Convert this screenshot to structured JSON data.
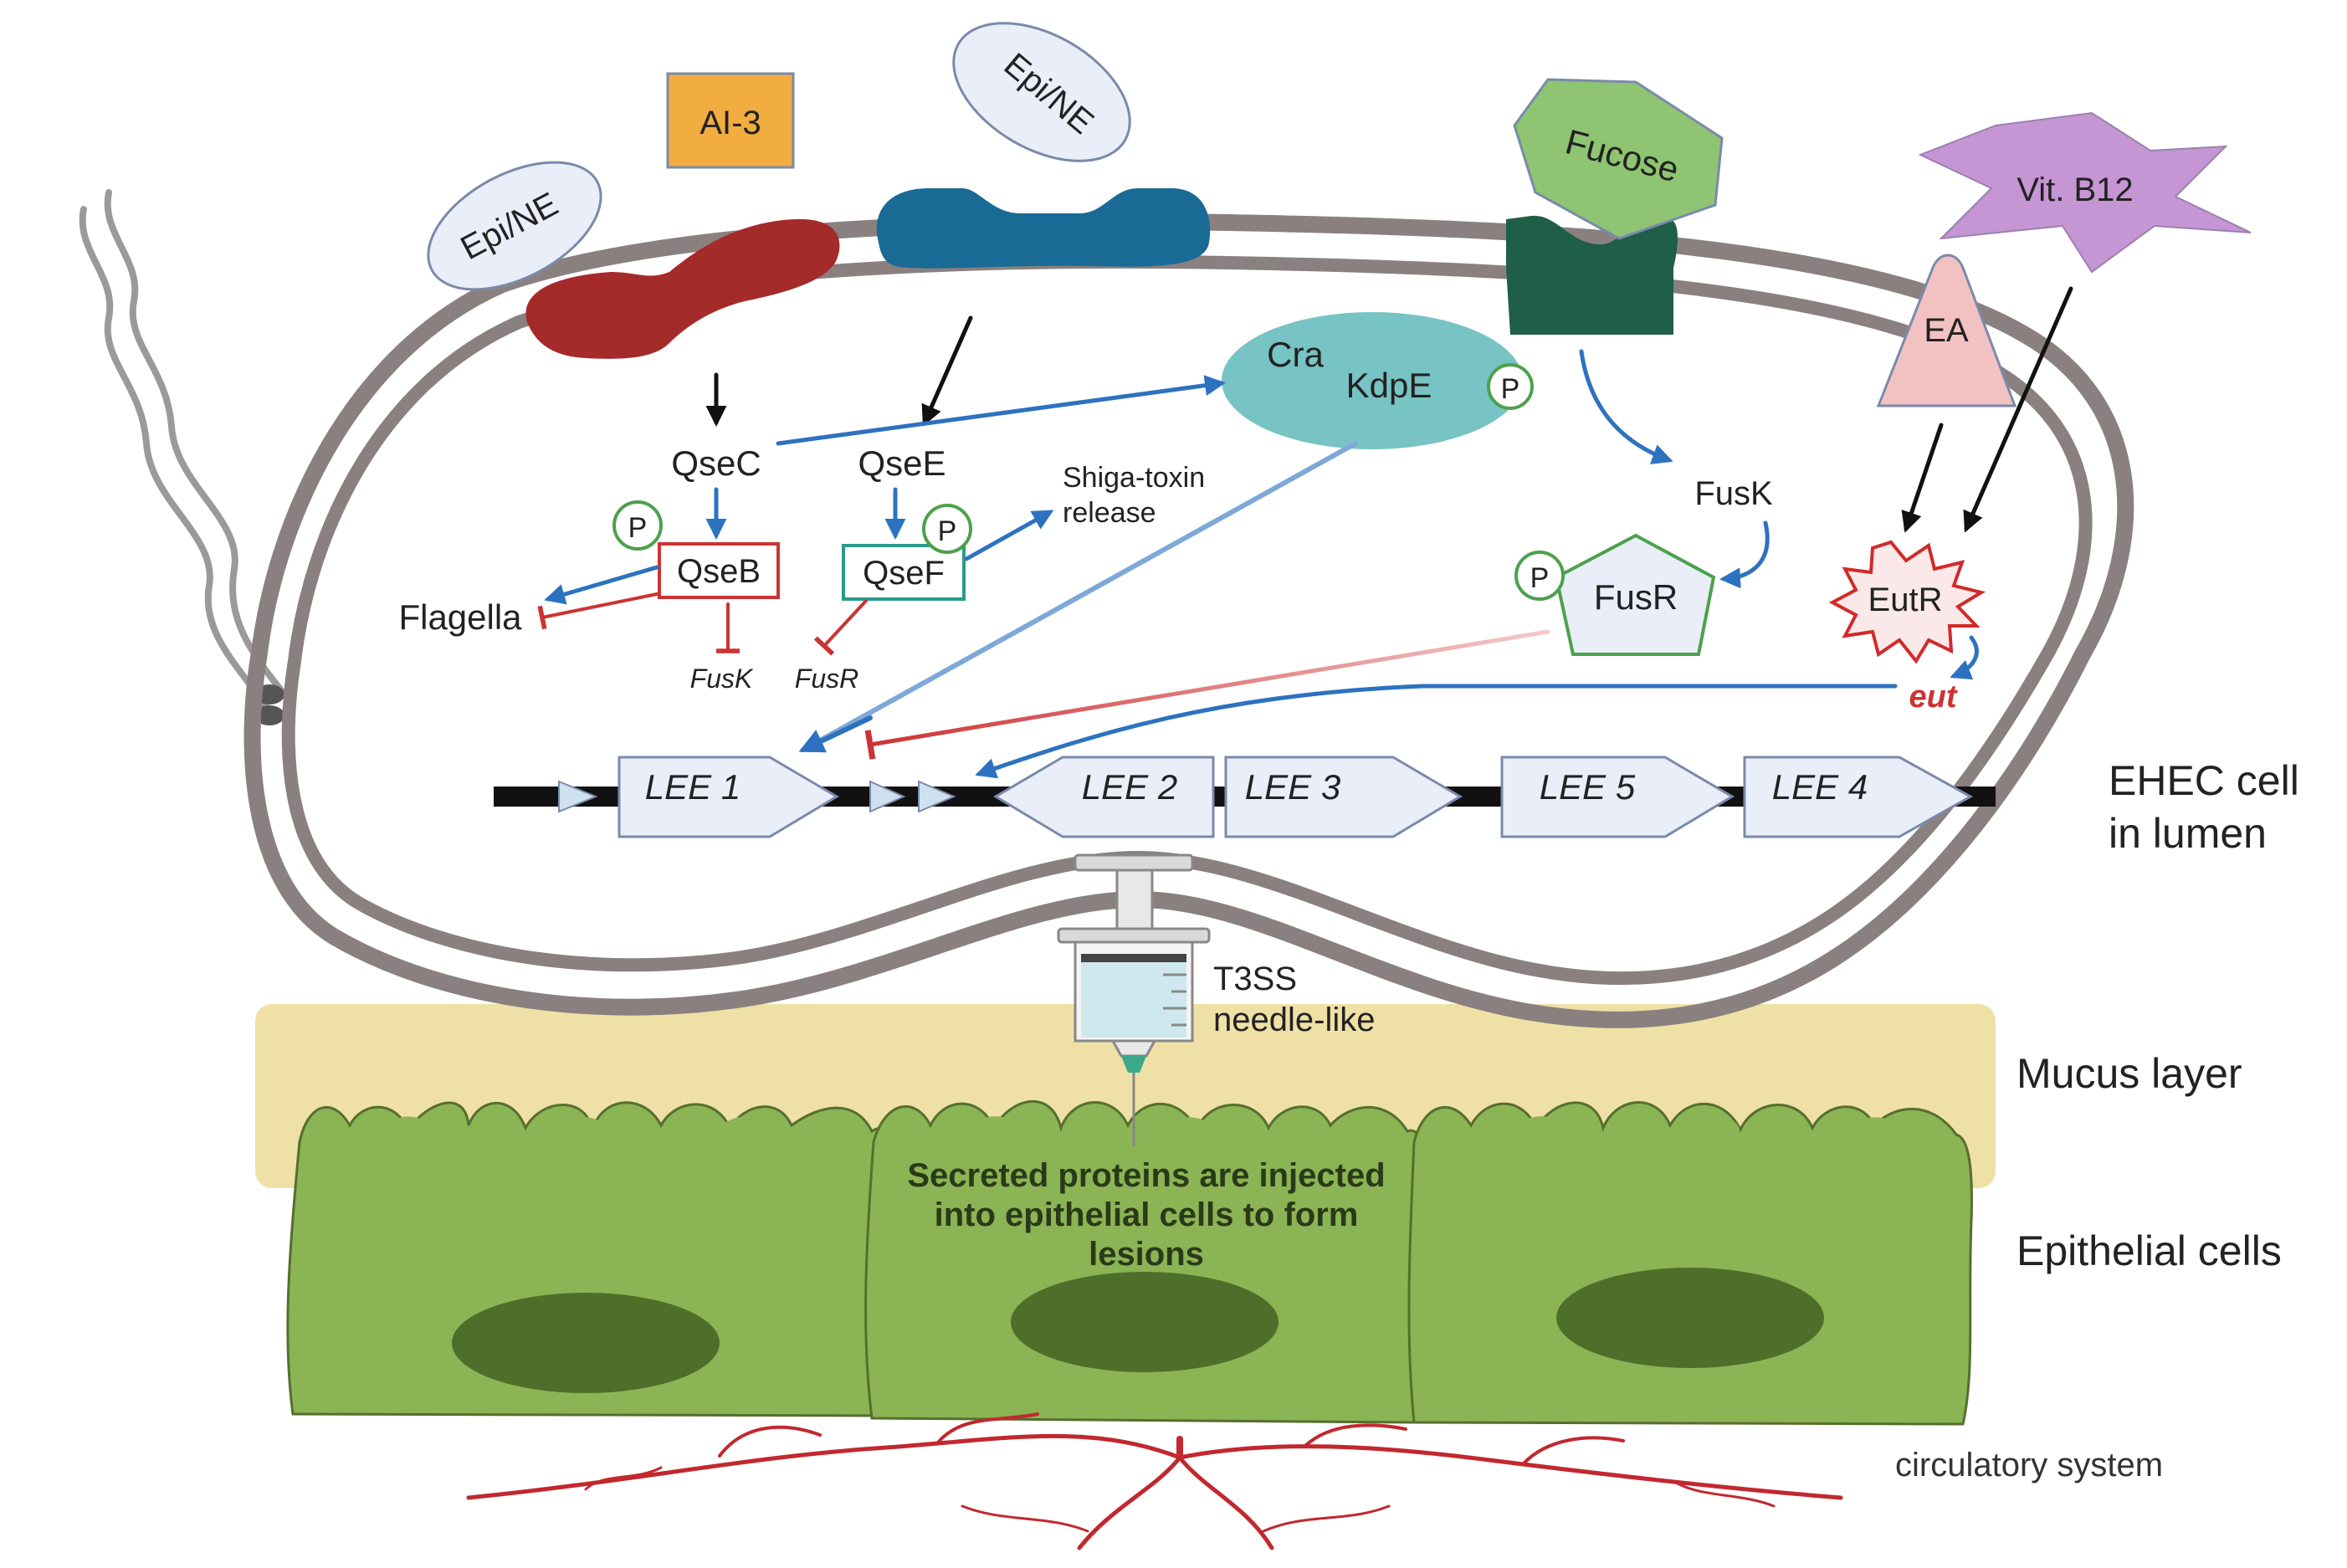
{
  "signals": {
    "ai3": "AI-3",
    "epi_ne_left": "Epi/NE",
    "epi_ne_top": "Epi/NE",
    "fucose": "Fucose",
    "vit_b12": "Vit. B12",
    "ea": "EA"
  },
  "proteins": {
    "qsec": "QseC",
    "qsee": "QseE",
    "qseb": "QseB",
    "qsef": "QseF",
    "cra": "Cra",
    "kdpe": "KdpE",
    "fusk": "FusK",
    "fusr": "FusR",
    "eutr": "EutR",
    "phospho": "P"
  },
  "targets": {
    "flagella": "Flagella",
    "fusk_gene": "FusK",
    "fusr_gene": "FusR",
    "shiga_line1": "Shiga-toxin",
    "shiga_line2": "release",
    "eut": "eut"
  },
  "genes": [
    "LEE 1",
    "LEE 2",
    "LEE 3",
    "LEE 5",
    "LEE 4"
  ],
  "labels": {
    "ehec_line1": "EHEC cell",
    "ehec_line2": "in lumen",
    "t3ss_line1": "T3SS",
    "t3ss_line2": "needle-like",
    "mucus": "Mucus layer",
    "epithelial": "Epithelial cells",
    "circulatory": "circulatory system",
    "secreted_line1": "Secreted proteins are injected",
    "secreted_line2": "into epithelial cells to form",
    "secreted_line3": "lesions"
  },
  "colors": {
    "membrane": "#8a8080",
    "epi_receptor": "#a52a2a",
    "qsee_receptor": "#1a6a96",
    "fucose_receptor": "#1f5e47",
    "ai3_fill": "#f2ad40",
    "fucose_fill": "#8ec472",
    "vit_b12_fill": "#c596d3",
    "ea_fill": "#f2c2c2",
    "cra_kdpe_fill": "#78c3c3",
    "mucus_fill": "#efe0a6",
    "epithelium_fill": "#8bb455",
    "nucleus_fill": "#4e6f2a",
    "blood_vessel": "#c2282e",
    "activation_arrow": "#2d72c0",
    "repression": "#cc3333"
  }
}
